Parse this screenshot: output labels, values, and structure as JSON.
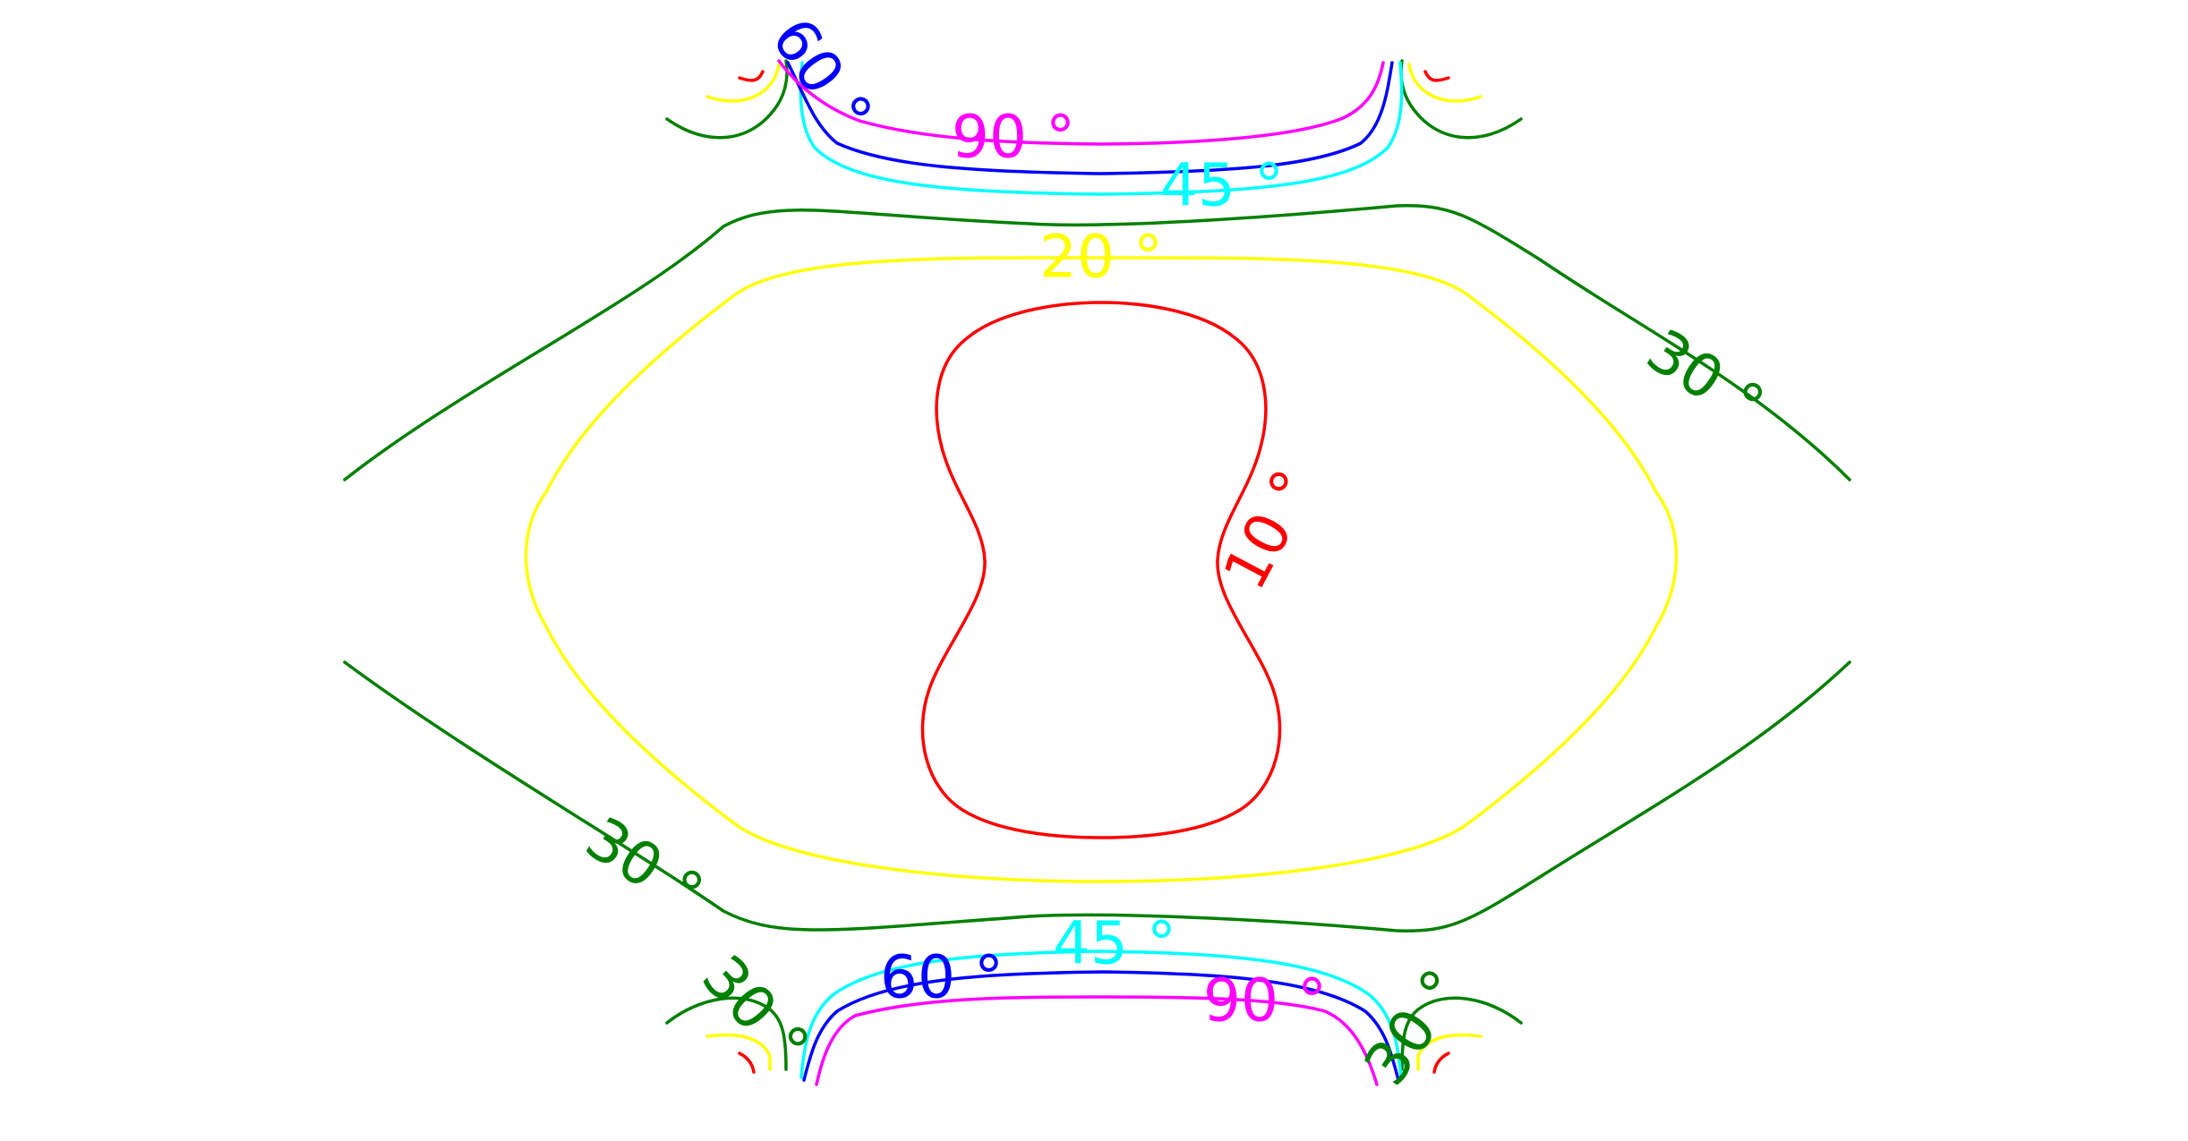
{
  "chart_data": {
    "type": "contour",
    "title": "",
    "xlabel": "",
    "ylabel": "",
    "grid": false,
    "legend": "none",
    "series": [
      {
        "level": "10 °",
        "color": "#ff0000",
        "paths": [
          "M1230 338 C1270 338 1340 345 1380 378 C1415 405 1420 455 1408 500 C1395 550 1362 585 1360 626 C1358 670 1404 720 1422 770 C1440 822 1425 880 1385 905 C1345 930 1280 936 1230 936 C1180 936 1115 930 1075 905 C1035 880 1020 822 1038 770 C1056 720 1102 670 1100 626 C1098 585 1065 550 1052 500 C1040 455 1045 405 1080 378 C1120 345 1190 338 1230 338 Z",
          "M826 1177 C832 1180 840 1186 842 1198",
          "M1618 1177 C1612 1180 1604 1186 1602 1198",
          "M826 87 C836 90 846 94 852 80",
          "M1618 87 C1608 90 1598 94 1592 80"
        ],
        "labels": [
          {
            "text": "10 °",
            "x": 1418,
            "y": 592,
            "angle": -62
          }
        ]
      },
      {
        "level": "20 °",
        "color": "#ffff00",
        "paths": [
          "M1230 288 C1400 288 1580 285 1640 330 C1760 420 1820 490 1850 550 C1880 590 1880 650 1850 700 C1820 760 1760 830 1640 920 C1580 965 1400 985 1230 985 C1060 985 880 965 820 920 C700 830 640 760 610 700 C580 650 580 590 610 550 C640 490 700 420 820 330 C880 285 1060 288 1230 288 Z",
          "M790 1158 C820 1154 850 1157 860 1180 L860 1195",
          "M1654 1158 C1624 1154 1594 1157 1584 1180 L1584 1195",
          "M790 108 C830 122 865 105 870 72",
          "M1654 108 C1614 122 1579 105 1574 72"
        ],
        "labels": [
          {
            "text": "20 °",
            "x": 1230,
            "y": 287,
            "angle": 0
          }
        ]
      },
      {
        "level": "30 °",
        "color": "#008000",
        "paths": [
          "M385 536 C520 430 710 340 808 253 C870 220 930 240 1150 250 C1250 256 1450 240 1560 230 C1620 228 1640 240 1720 290 C1830 365 1960 430 2066 536",
          "M385 740 C520 840 710 950 808 1018 C870 1050 930 1040 1150 1024 C1250 1018 1450 1030 1560 1040 C1620 1042 1640 1030 1720 980 C1830 910 1960 840 2066 740",
          "M745 1143 C780 1115 830 1105 860 1128 C875 1140 878 1160 878 1195",
          "M1699 1143 C1664 1115 1614 1105 1584 1128 C1569 1140 1566 1160 1566 1195",
          "M745 133 C790 165 840 160 868 118 C880 100 880 80 878 68",
          "M1699 133 C1654 165 1604 160 1576 118 C1564 100 1564 80 1566 68"
        ],
        "labels": [
          {
            "text": "30 °",
            "x": 1905,
            "y": 423,
            "angle": 33
          },
          {
            "text": "30 °",
            "x": 720,
            "y": 968,
            "angle": 33
          },
          {
            "text": "30 °",
            "x": 844,
            "y": 1130,
            "angle": 48
          },
          {
            "text": "30 °",
            "x": 1580,
            "y": 1148,
            "angle": -55
          }
        ]
      },
      {
        "level": "45 °",
        "color": "#00ffff",
        "paths": [
          "M896 70 C893 100 892 140 910 165 C950 205 1050 215 1230 217 C1410 215 1510 205 1550 165 C1568 140 1567 100 1564 70",
          "M895 1204 C898 1170 903 1135 930 1112 C980 1075 1080 1065 1230 1063 C1380 1065 1480 1075 1530 1112 C1557 1135 1562 1170 1565 1204"
        ],
        "labels": [
          {
            "text": "45 °",
            "x": 1365,
            "y": 207,
            "angle": 0
          },
          {
            "text": "45 °",
            "x": 1245,
            "y": 1054,
            "angle": 0
          }
        ]
      },
      {
        "level": "60 °",
        "color": "#0000ff",
        "paths": [
          "M880 70 C900 110 910 140 935 160 C990 185 1080 192 1230 194 C1380 192 1470 185 1520 160 C1545 140 1550 100 1555 70",
          "M898 1207 C905 1180 912 1150 935 1130 C990 1095 1090 1088 1230 1086 C1370 1088 1470 1095 1525 1130 C1548 1150 1555 1180 1562 1207"
        ],
        "labels": [
          {
            "text": "60 °",
            "x": 918,
            "y": 85,
            "angle": 55
          },
          {
            "text": "60 °",
            "x": 1052,
            "y": 1092,
            "angle": 0
          }
        ]
      },
      {
        "level": "90 °",
        "color": "#ff00ff",
        "paths": [
          "M870 68 C890 95 920 120 960 135 C1030 155 1120 160 1230 161 C1350 160 1450 152 1500 132 C1530 118 1540 95 1545 70",
          "M912 1212 C918 1185 928 1150 955 1135 C1030 1115 1120 1114 1230 1114 C1340 1114 1430 1116 1480 1130 C1515 1145 1530 1185 1538 1212"
        ],
        "labels": [
          {
            "text": "90 °",
            "x": 1132,
            "y": 153,
            "angle": 0
          },
          {
            "text": "90 °",
            "x": 1413,
            "y": 1118,
            "angle": 0
          }
        ]
      }
    ]
  }
}
